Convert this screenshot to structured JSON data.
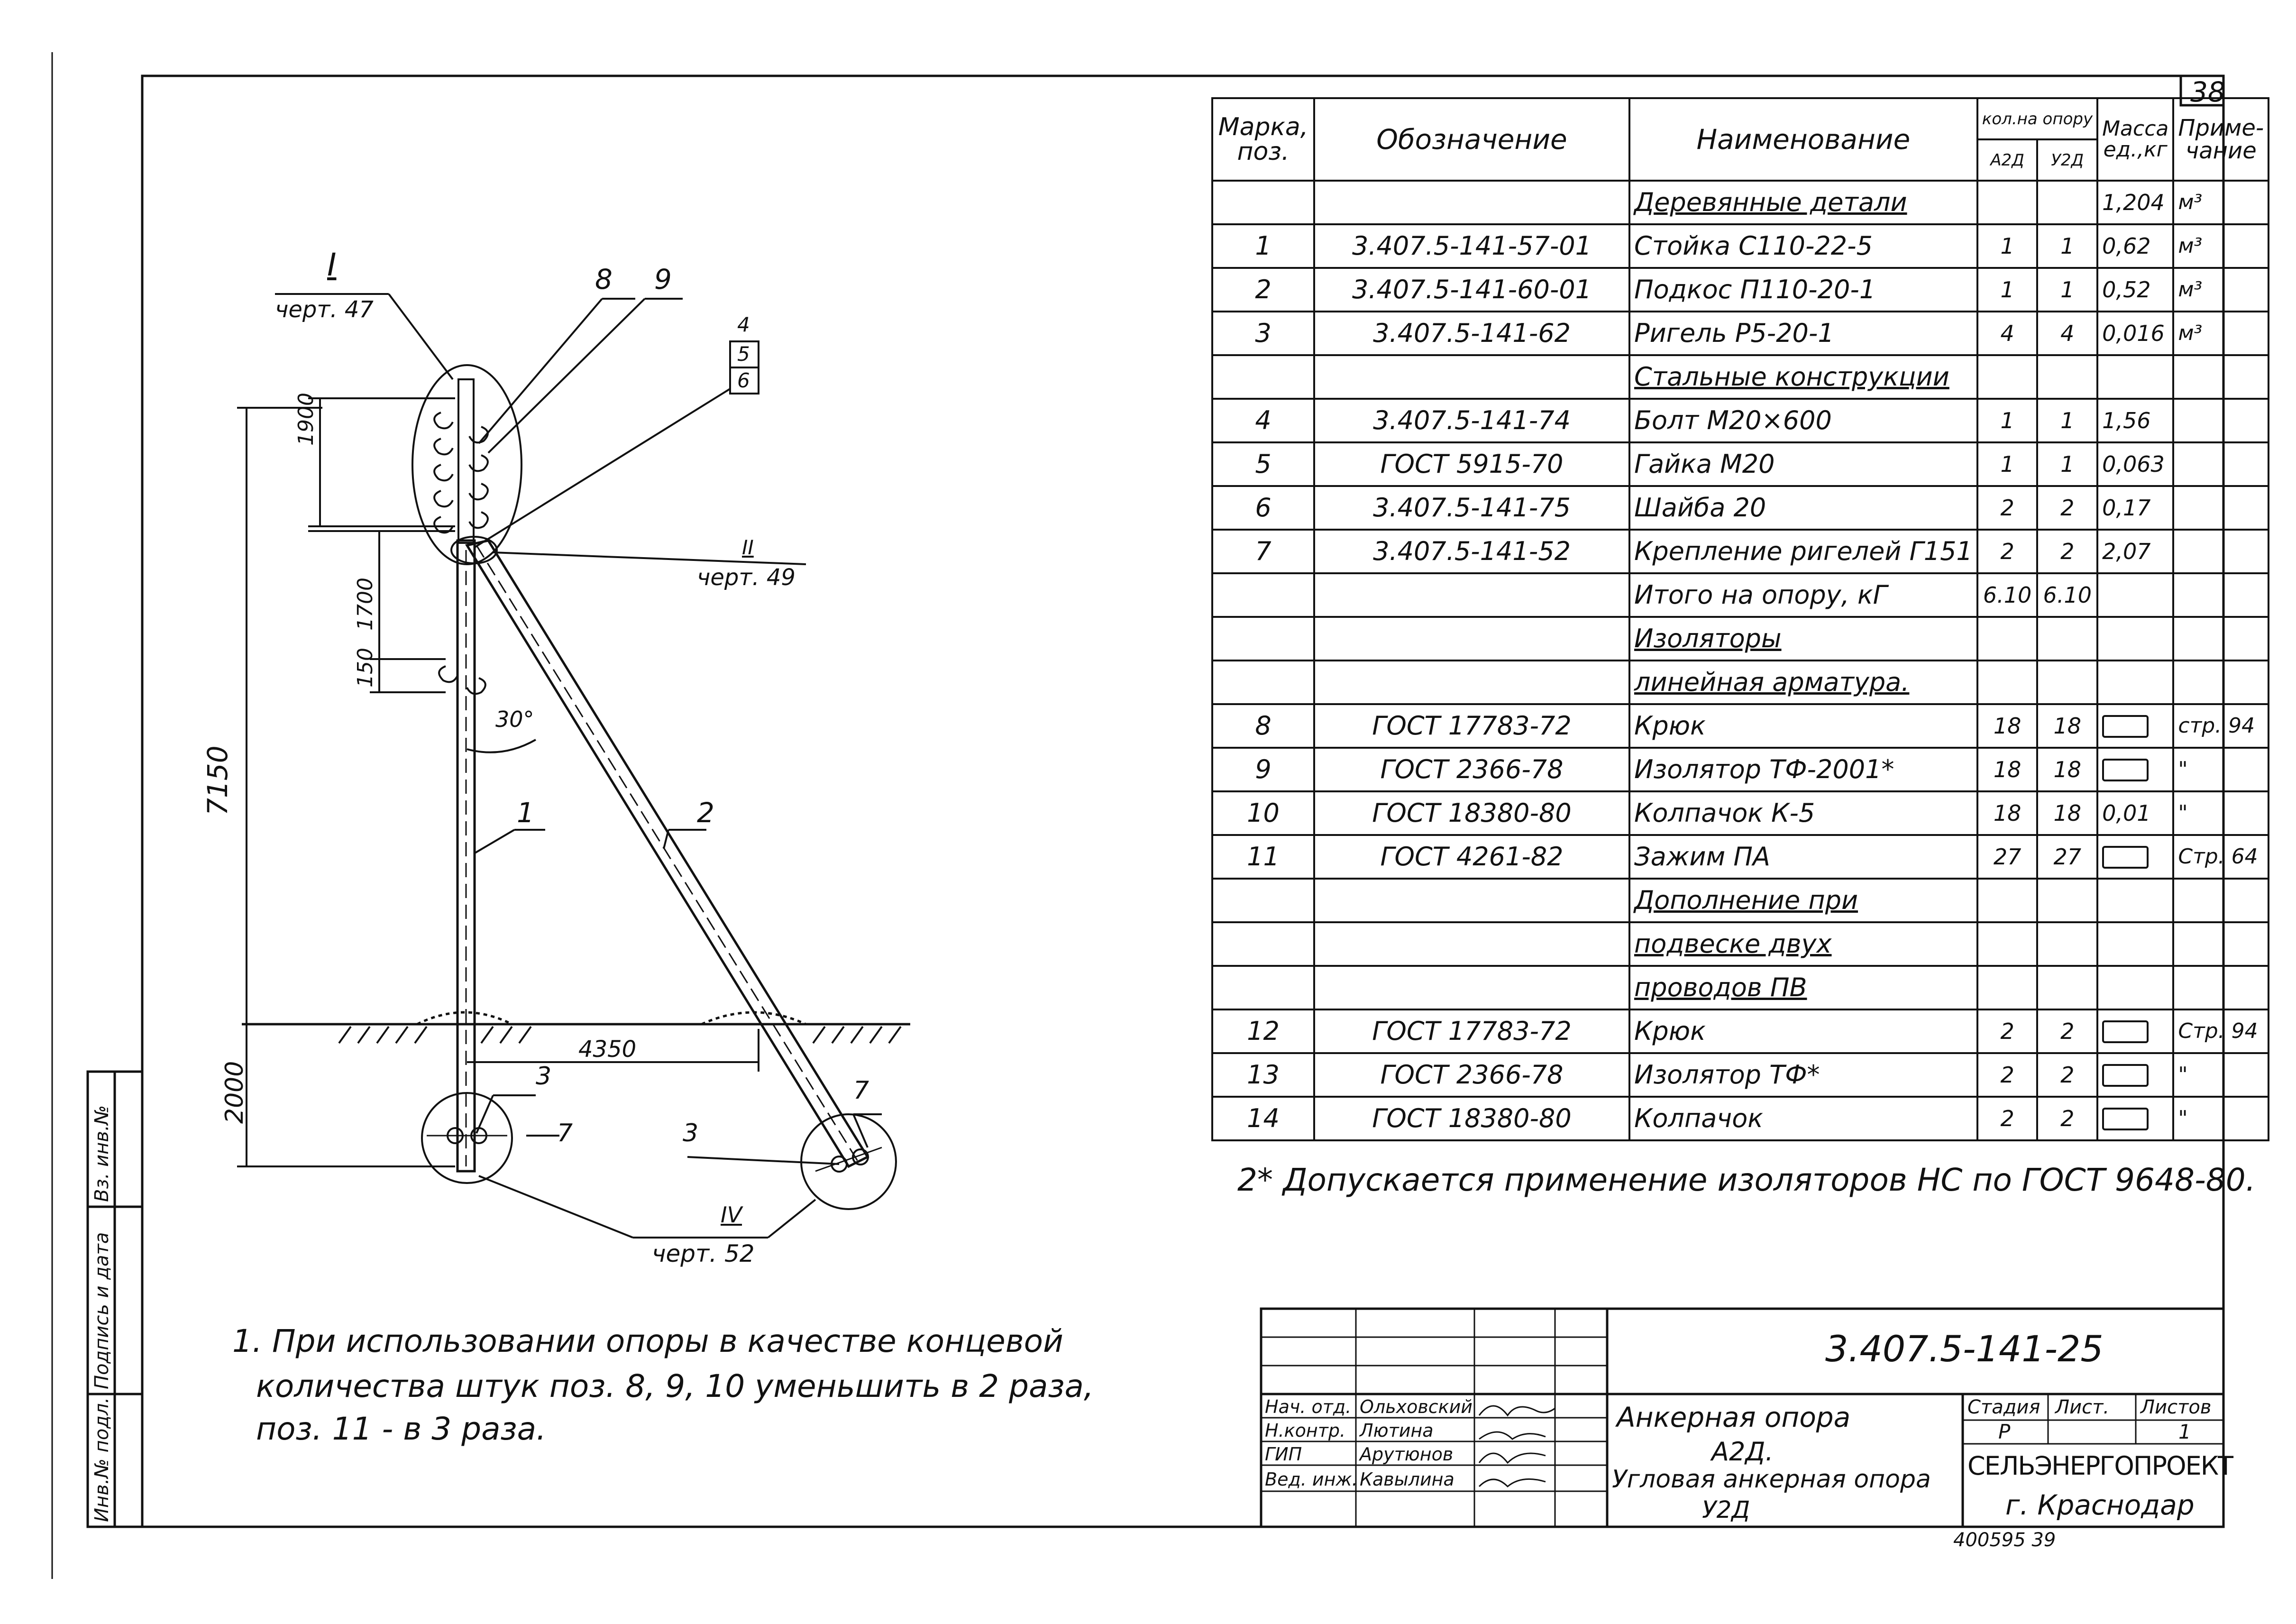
{
  "sheet_number": "38",
  "table": {
    "headers": {
      "mark": "Марка, поз.",
      "designation": "Обозначение",
      "name": "Наименование",
      "qty_group": "кол.на опору",
      "qty_a": "А2Д",
      "qty_u": "У2Д",
      "mass": "Масса ед.,кг",
      "note": "Приме- чание"
    },
    "rows": [
      {
        "mark": "",
        "designation": "",
        "name": "Деревянные детали",
        "qa": "",
        "qu": "",
        "mass": "1,204",
        "note": "м³",
        "section": true
      },
      {
        "mark": "1",
        "designation": "3.407.5-141-57-01",
        "name": "Стойка С110-22-5",
        "qa": "1",
        "qu": "1",
        "mass": "0,62",
        "note": "м³"
      },
      {
        "mark": "2",
        "designation": "3.407.5-141-60-01",
        "name": "Подкос П110-20-1",
        "qa": "1",
        "qu": "1",
        "mass": "0,52",
        "note": "м³"
      },
      {
        "mark": "3",
        "designation": "3.407.5-141-62",
        "name": "Ригель Р5-20-1",
        "qa": "4",
        "qu": "4",
        "mass": "0,016",
        "note": "м³"
      },
      {
        "mark": "",
        "designation": "",
        "name": "Стальные конструкции",
        "qa": "",
        "qu": "",
        "mass": "",
        "note": "",
        "section": true
      },
      {
        "mark": "4",
        "designation": "3.407.5-141-74",
        "name": "Болт М20×600",
        "qa": "1",
        "qu": "1",
        "mass": "1,56",
        "note": ""
      },
      {
        "mark": "5",
        "designation": "ГОСТ 5915-70",
        "name": "Гайка М20",
        "qa": "1",
        "qu": "1",
        "mass": "0,063",
        "note": ""
      },
      {
        "mark": "6",
        "designation": "3.407.5-141-75",
        "name": "Шайба 20",
        "qa": "2",
        "qu": "2",
        "mass": "0,17",
        "note": ""
      },
      {
        "mark": "7",
        "designation": "3.407.5-141-52",
        "name": "Крепление ригелей Г151",
        "qa": "2",
        "qu": "2",
        "mass": "2,07",
        "note": ""
      },
      {
        "mark": "",
        "designation": "",
        "name": "Итого на опору, кГ",
        "qa": "6.10",
        "qu": "6.10",
        "mass": "",
        "note": ""
      },
      {
        "mark": "",
        "designation": "",
        "name": "Изоляторы",
        "qa": "",
        "qu": "",
        "mass": "",
        "note": "",
        "section": true
      },
      {
        "mark": "",
        "designation": "",
        "name": "линейная арматура.",
        "qa": "",
        "qu": "",
        "mass": "",
        "note": "",
        "section": true
      },
      {
        "mark": "8",
        "designation": "ГОСТ 17783-72",
        "name": "Крюк",
        "qa": "18",
        "qu": "18",
        "mass": "",
        "note": "стр. 94",
        "box": true
      },
      {
        "mark": "9",
        "designation": "ГОСТ 2366-78",
        "name": "Изолятор ТФ-2001*",
        "qa": "18",
        "qu": "18",
        "mass": "",
        "note": "\"",
        "box": true
      },
      {
        "mark": "10",
        "designation": "ГОСТ 18380-80",
        "name": "Колпачок К-5",
        "qa": "18",
        "qu": "18",
        "mass": "0,01",
        "note": "\""
      },
      {
        "mark": "11",
        "designation": "ГОСТ 4261-82",
        "name": "Зажим ПА",
        "qa": "27",
        "qu": "27",
        "mass": "",
        "note": "Стр. 64",
        "box": true
      },
      {
        "mark": "",
        "designation": "",
        "name": "Дополнение при",
        "qa": "",
        "qu": "",
        "mass": "",
        "note": "",
        "section": true
      },
      {
        "mark": "",
        "designation": "",
        "name": "подвеске двух",
        "qa": "",
        "qu": "",
        "mass": "",
        "note": "",
        "section": true
      },
      {
        "mark": "",
        "designation": "",
        "name": "проводов ПВ",
        "qa": "",
        "qu": "",
        "mass": "",
        "note": "",
        "section": true
      },
      {
        "mark": "12",
        "designation": "ГОСТ 17783-72",
        "name": "Крюк",
        "qa": "2",
        "qu": "2",
        "mass": "",
        "note": "Стр. 94",
        "box": true
      },
      {
        "mark": "13",
        "designation": "ГОСТ 2366-78",
        "name": "Изолятор ТФ*",
        "qa": "2",
        "qu": "2",
        "mass": "",
        "note": "\"",
        "box": true
      },
      {
        "mark": "14",
        "designation": "ГОСТ 18380-80",
        "name": "Колпачок",
        "qa": "2",
        "qu": "2",
        "mass": "",
        "note": "\"",
        "box": true
      }
    ]
  },
  "footnote_2": "2* Допускается применение изоляторов НС по ГОСТ 9648-80.",
  "note_1": {
    "line1": "1. При использовании опоры в качестве концевой",
    "line2": "количества штук поз. 8, 9, 10 уменьшить в 2 раза,",
    "line3": "поз. 11 - в 3 раза."
  },
  "drawing": {
    "node_I": "I",
    "node_I_ref": "черт. 47",
    "node_II": "II",
    "node_II_ref": "черт. 49",
    "node_IV": "IV",
    "node_IV_ref": "черт. 52",
    "pos_8": "8",
    "pos_9": "9",
    "pos_4": "4",
    "pos_5": "5",
    "pos_6": "6",
    "pos_1": "1",
    "pos_2": "2",
    "pos_3a": "3",
    "pos_3b": "3",
    "pos_7a": "7",
    "pos_7b": "7",
    "dim_1900": "1900",
    "dim_1700": "1700",
    "dim_150": "150",
    "dim_7150": "7150",
    "dim_2000": "2000",
    "dim_4350": "4350",
    "angle": "30°"
  },
  "side_stamp": {
    "inv_podl": "Инв.№ подл.",
    "sign_date": "Подпись и дата",
    "vz_inv": "Вз. инв.№"
  },
  "title_block": {
    "code": "3.407.5-141-25",
    "title_line1": "Анкерная опора",
    "title_line2": "А2Д.",
    "title_line3": "Угловая анкерная опора",
    "title_line4": "У2Д",
    "stage_label": "Стадия",
    "sheet_label": "Лист.",
    "sheets_label": "Листов",
    "stage": "Р",
    "sheets": "1",
    "org": "СЕЛЬЭНЕРГОПРОЕКТ",
    "city": "г. Краснодар",
    "staff": [
      {
        "role": "Нач. отд.",
        "name": "Ольховский"
      },
      {
        "role": "Н.контр.",
        "name": "Лютина"
      },
      {
        "role": "ГИП",
        "name": "Арутюнов"
      },
      {
        "role": "Вед. инж.",
        "name": "Кавылина"
      }
    ]
  },
  "archive_number": "400595 39"
}
